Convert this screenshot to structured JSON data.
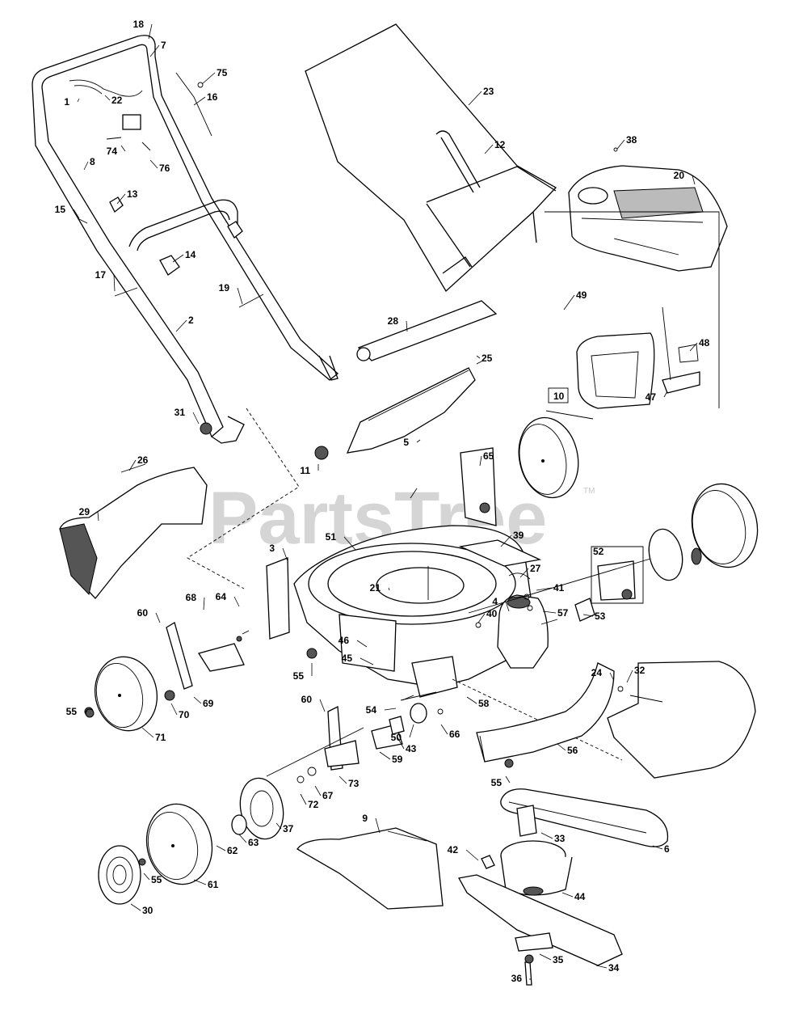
{
  "watermark": {
    "text": "PartsTree",
    "trademark": "TM"
  },
  "part_numbers": [
    "1",
    "2",
    "3",
    "4",
    "5",
    "6",
    "7",
    "8",
    "9",
    "10",
    "11",
    "12",
    "13",
    "14",
    "15",
    "16",
    "17",
    "18",
    "19",
    "20",
    "21",
    "22",
    "23",
    "24",
    "25",
    "26",
    "27",
    "28",
    "29",
    "30",
    "31",
    "32",
    "33",
    "34",
    "35",
    "36",
    "37",
    "38",
    "39",
    "40",
    "41",
    "42",
    "43",
    "44",
    "45",
    "46",
    "47",
    "48",
    "49",
    "50",
    "51",
    "52",
    "53",
    "54",
    "55",
    "56",
    "57",
    "58",
    "59",
    "60",
    "61",
    "62",
    "63",
    "64",
    "65",
    "66",
    "67",
    "68",
    "69",
    "70",
    "71",
    "72",
    "73",
    "74",
    "75",
    "76"
  ],
  "callouts": [
    {
      "id": "18"
    },
    {
      "id": "7"
    },
    {
      "id": "75"
    },
    {
      "id": "1"
    },
    {
      "id": "22"
    },
    {
      "id": "16"
    },
    {
      "id": "74"
    },
    {
      "id": "76"
    },
    {
      "id": "8"
    },
    {
      "id": "13"
    },
    {
      "id": "15"
    },
    {
      "id": "14"
    },
    {
      "id": "17"
    },
    {
      "id": "19"
    },
    {
      "id": "2"
    },
    {
      "id": "23"
    },
    {
      "id": "12"
    },
    {
      "id": "38"
    },
    {
      "id": "20"
    },
    {
      "id": "28"
    },
    {
      "id": "25"
    },
    {
      "id": "49"
    },
    {
      "id": "48"
    },
    {
      "id": "47"
    },
    {
      "id": "10"
    },
    {
      "id": "31"
    },
    {
      "id": "11"
    },
    {
      "id": "5"
    },
    {
      "id": "26"
    },
    {
      "id": "29"
    },
    {
      "id": "65"
    },
    {
      "id": "39"
    },
    {
      "id": "51"
    },
    {
      "id": "3"
    },
    {
      "id": "21"
    },
    {
      "id": "27"
    },
    {
      "id": "41"
    },
    {
      "id": "57"
    },
    {
      "id": "52"
    },
    {
      "id": "4"
    },
    {
      "id": "40"
    },
    {
      "id": "53"
    },
    {
      "id": "60"
    },
    {
      "id": "68"
    },
    {
      "id": "64"
    },
    {
      "id": "46"
    },
    {
      "id": "45"
    },
    {
      "id": "55"
    },
    {
      "id": "32"
    },
    {
      "id": "24"
    },
    {
      "id": "54"
    },
    {
      "id": "58"
    },
    {
      "id": "69"
    },
    {
      "id": "70"
    },
    {
      "id": "71"
    },
    {
      "id": "55"
    },
    {
      "id": "60"
    },
    {
      "id": "50"
    },
    {
      "id": "66"
    },
    {
      "id": "43"
    },
    {
      "id": "59"
    },
    {
      "id": "56"
    },
    {
      "id": "55"
    },
    {
      "id": "73"
    },
    {
      "id": "67"
    },
    {
      "id": "72"
    },
    {
      "id": "37"
    },
    {
      "id": "33"
    },
    {
      "id": "6"
    },
    {
      "id": "9"
    },
    {
      "id": "63"
    },
    {
      "id": "62"
    },
    {
      "id": "42"
    },
    {
      "id": "44"
    },
    {
      "id": "55"
    },
    {
      "id": "61"
    },
    {
      "id": "30"
    },
    {
      "id": "35"
    },
    {
      "id": "34"
    },
    {
      "id": "36"
    }
  ]
}
